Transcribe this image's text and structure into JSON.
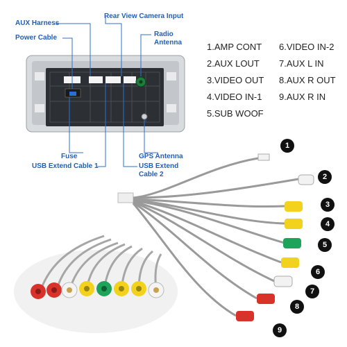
{
  "callouts": {
    "aux_harness": "AUX Harness",
    "power_cable": "Power Cable",
    "rear_camera": "Rear View Camera Input",
    "radio_antenna_line1": "Radio",
    "radio_antenna_line2": "Antenna",
    "fuse": "Fuse",
    "usb_extend_1": "USB Extend Cable 1",
    "gps_antenna": "GPS Antenna",
    "usb_extend_2_line1": "USB Extend",
    "usb_extend_2_line2": "Cable 2"
  },
  "legend": [
    "1.AMP CONT",
    "2.AUX LOUT",
    "3.VIDEO OUT",
    "4.VIDEO IN-1",
    "5.SUB WOOF",
    "6.VIDEO IN-2",
    "7.AUX L IN",
    "8.AUX R OUT",
    "9.AUX R IN"
  ],
  "badges": [
    "1",
    "2",
    "3",
    "4",
    "5",
    "6",
    "7",
    "8",
    "9"
  ],
  "colors": {
    "callout_text": "#1f5fc0",
    "callout_line": "#2b6fd6",
    "rca_red": "#d8322b",
    "rca_yellow": "#f2d21c",
    "rca_green": "#1ea35a",
    "rca_white": "#f2f2f2"
  }
}
